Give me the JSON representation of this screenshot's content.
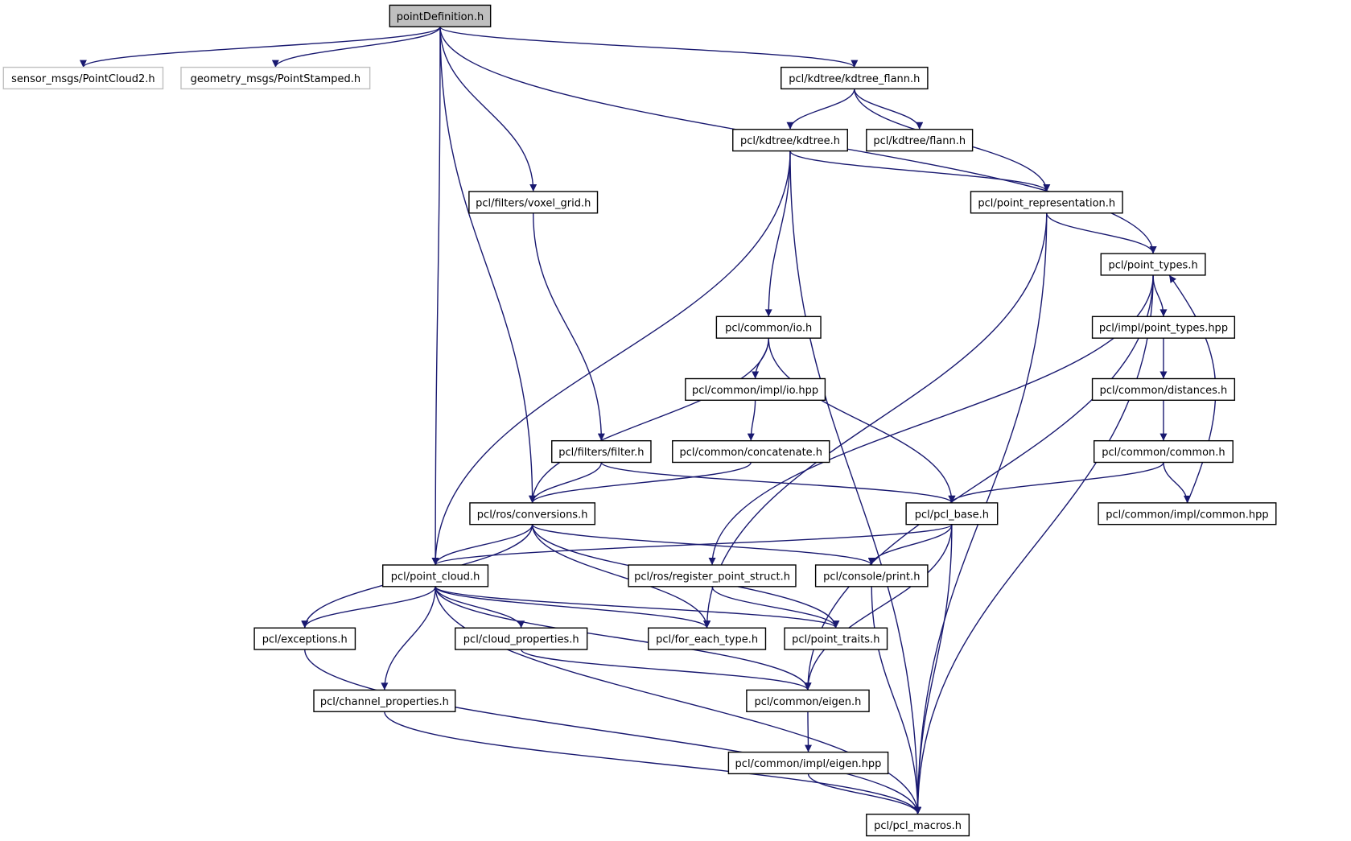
{
  "graph": {
    "edge_color": "#191970",
    "root_fill": "#bfbfbf",
    "external_stroke": "#bfbfbf",
    "nodes": [
      {
        "id": "pointDefinition",
        "label": "pointDefinition.h",
        "kind": "root"
      },
      {
        "id": "sensor_msgs",
        "label": "sensor_msgs/PointCloud2.h",
        "kind": "external"
      },
      {
        "id": "geometry_msgs",
        "label": "geometry_msgs/PointStamped.h",
        "kind": "external"
      },
      {
        "id": "kdtree_flann",
        "label": "pcl/kdtree/kdtree_flann.h",
        "kind": "normal"
      },
      {
        "id": "kdtree",
        "label": "pcl/kdtree/kdtree.h",
        "kind": "normal"
      },
      {
        "id": "flann",
        "label": "pcl/kdtree/flann.h",
        "kind": "normal"
      },
      {
        "id": "voxel_grid",
        "label": "pcl/filters/voxel_grid.h",
        "kind": "normal"
      },
      {
        "id": "point_representation",
        "label": "pcl/point_representation.h",
        "kind": "normal"
      },
      {
        "id": "point_types",
        "label": "pcl/point_types.h",
        "kind": "normal"
      },
      {
        "id": "common_io",
        "label": "pcl/common/io.h",
        "kind": "normal"
      },
      {
        "id": "impl_point_types",
        "label": "pcl/impl/point_types.hpp",
        "kind": "normal"
      },
      {
        "id": "common_impl_io",
        "label": "pcl/common/impl/io.hpp",
        "kind": "normal"
      },
      {
        "id": "distances",
        "label": "pcl/common/distances.h",
        "kind": "normal"
      },
      {
        "id": "filter",
        "label": "pcl/filters/filter.h",
        "kind": "normal"
      },
      {
        "id": "concatenate",
        "label": "pcl/common/concatenate.h",
        "kind": "normal"
      },
      {
        "id": "common_common",
        "label": "pcl/common/common.h",
        "kind": "normal"
      },
      {
        "id": "ros_conversions",
        "label": "pcl/ros/conversions.h",
        "kind": "normal"
      },
      {
        "id": "pcl_base",
        "label": "pcl/pcl_base.h",
        "kind": "normal"
      },
      {
        "id": "impl_common",
        "label": "pcl/common/impl/common.hpp",
        "kind": "normal"
      },
      {
        "id": "point_cloud",
        "label": "pcl/point_cloud.h",
        "kind": "normal"
      },
      {
        "id": "register_point_struct",
        "label": "pcl/ros/register_point_struct.h",
        "kind": "normal"
      },
      {
        "id": "console_print",
        "label": "pcl/console/print.h",
        "kind": "normal"
      },
      {
        "id": "exceptions",
        "label": "pcl/exceptions.h",
        "kind": "normal"
      },
      {
        "id": "cloud_properties",
        "label": "pcl/cloud_properties.h",
        "kind": "normal"
      },
      {
        "id": "for_each_type",
        "label": "pcl/for_each_type.h",
        "kind": "normal"
      },
      {
        "id": "point_traits",
        "label": "pcl/point_traits.h",
        "kind": "normal"
      },
      {
        "id": "channel_properties",
        "label": "pcl/channel_properties.h",
        "kind": "normal"
      },
      {
        "id": "common_eigen",
        "label": "pcl/common/eigen.h",
        "kind": "normal"
      },
      {
        "id": "impl_eigen",
        "label": "pcl/common/impl/eigen.hpp",
        "kind": "normal"
      },
      {
        "id": "pcl_macros",
        "label": "pcl/pcl_macros.h",
        "kind": "normal"
      }
    ],
    "edges": [
      [
        "pointDefinition",
        "sensor_msgs"
      ],
      [
        "pointDefinition",
        "geometry_msgs"
      ],
      [
        "pointDefinition",
        "kdtree_flann"
      ],
      [
        "pointDefinition",
        "point_types"
      ],
      [
        "pointDefinition",
        "voxel_grid"
      ],
      [
        "pointDefinition",
        "ros_conversions"
      ],
      [
        "pointDefinition",
        "point_cloud"
      ],
      [
        "kdtree_flann",
        "kdtree"
      ],
      [
        "kdtree_flann",
        "flann"
      ],
      [
        "kdtree_flann",
        "point_representation"
      ],
      [
        "kdtree",
        "point_representation"
      ],
      [
        "kdtree",
        "common_io"
      ],
      [
        "kdtree",
        "point_cloud"
      ],
      [
        "kdtree",
        "pcl_macros"
      ],
      [
        "point_representation",
        "point_types"
      ],
      [
        "point_representation",
        "for_each_type"
      ],
      [
        "point_representation",
        "pcl_macros"
      ],
      [
        "point_types",
        "impl_point_types"
      ],
      [
        "point_types",
        "register_point_struct"
      ],
      [
        "point_types",
        "common_eigen"
      ],
      [
        "point_types",
        "pcl_macros"
      ],
      [
        "impl_point_types",
        "distances"
      ],
      [
        "distances",
        "common_common"
      ],
      [
        "common_common",
        "impl_common"
      ],
      [
        "common_common",
        "pcl_base"
      ],
      [
        "impl_common",
        "point_types"
      ],
      [
        "voxel_grid",
        "filter"
      ],
      [
        "filter",
        "ros_conversions"
      ],
      [
        "filter",
        "pcl_base"
      ],
      [
        "common_io",
        "common_impl_io"
      ],
      [
        "common_io",
        "ros_conversions"
      ],
      [
        "common_io",
        "pcl_base"
      ],
      [
        "common_impl_io",
        "concatenate"
      ],
      [
        "concatenate",
        "ros_conversions"
      ],
      [
        "ros_conversions",
        "point_cloud"
      ],
      [
        "ros_conversions",
        "exceptions"
      ],
      [
        "ros_conversions",
        "console_print"
      ],
      [
        "ros_conversions",
        "for_each_type"
      ],
      [
        "ros_conversions",
        "point_traits"
      ],
      [
        "pcl_base",
        "point_cloud"
      ],
      [
        "pcl_base",
        "console_print"
      ],
      [
        "pcl_base",
        "common_eigen"
      ],
      [
        "pcl_base",
        "pcl_macros"
      ],
      [
        "point_cloud",
        "exceptions"
      ],
      [
        "point_cloud",
        "cloud_properties"
      ],
      [
        "point_cloud",
        "for_each_type"
      ],
      [
        "point_cloud",
        "point_traits"
      ],
      [
        "point_cloud",
        "channel_properties"
      ],
      [
        "point_cloud",
        "common_eigen"
      ],
      [
        "point_cloud",
        "pcl_macros"
      ],
      [
        "register_point_struct",
        "point_traits"
      ],
      [
        "console_print",
        "pcl_macros"
      ],
      [
        "exceptions",
        "pcl_macros"
      ],
      [
        "cloud_properties",
        "common_eigen"
      ],
      [
        "channel_properties",
        "pcl_macros"
      ],
      [
        "common_eigen",
        "impl_eigen"
      ],
      [
        "impl_eigen",
        "pcl_macros"
      ]
    ]
  }
}
